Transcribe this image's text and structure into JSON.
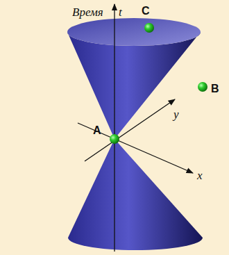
{
  "diagram": {
    "labels": [
      "Время",
      "t",
      "C",
      "B",
      "A",
      "y",
      "x"
    ]
  }
}
